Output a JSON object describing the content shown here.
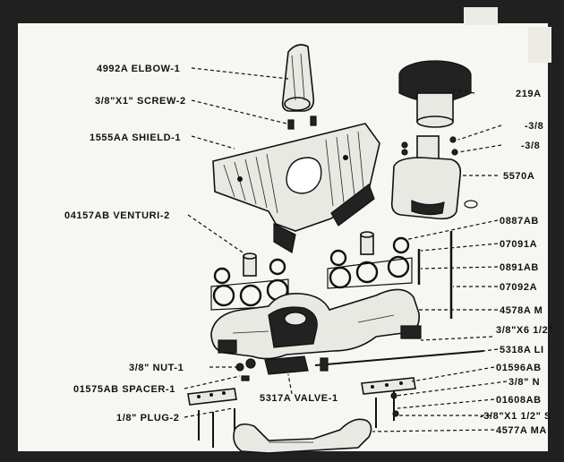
{
  "labels": {
    "elbow": "4992A ELBOW-1",
    "screw": "3/8\"X1\" SCREW-2",
    "shield": "1555AA SHIELD-1",
    "venturi": "04157AB VENTURI-2",
    "nut": "3/8\" NUT-1",
    "spacer": "01575AB SPACER-1",
    "plug": "1/8\" PLUG-2",
    "valve": "5317A VALVE-1",
    "r_219": "219A",
    "r_38a": "-3/8",
    "r_38b": "-3/8",
    "r_5570": "5570A",
    "r_0887": "0887AB",
    "r_07091": "07091A",
    "r_0891": "0891AB",
    "r_07092": "07092A",
    "r_4578": "4578A M",
    "r_38x612": "3/8\"X6 1/2\"",
    "r_5318": "5318A LI",
    "r_01596": "01596AB",
    "r_38n": "3/8\" N",
    "r_01608": "01608AB",
    "r_38x112": "-3/8\"X1 1/2\" S",
    "r_4577": "4577A MA"
  }
}
